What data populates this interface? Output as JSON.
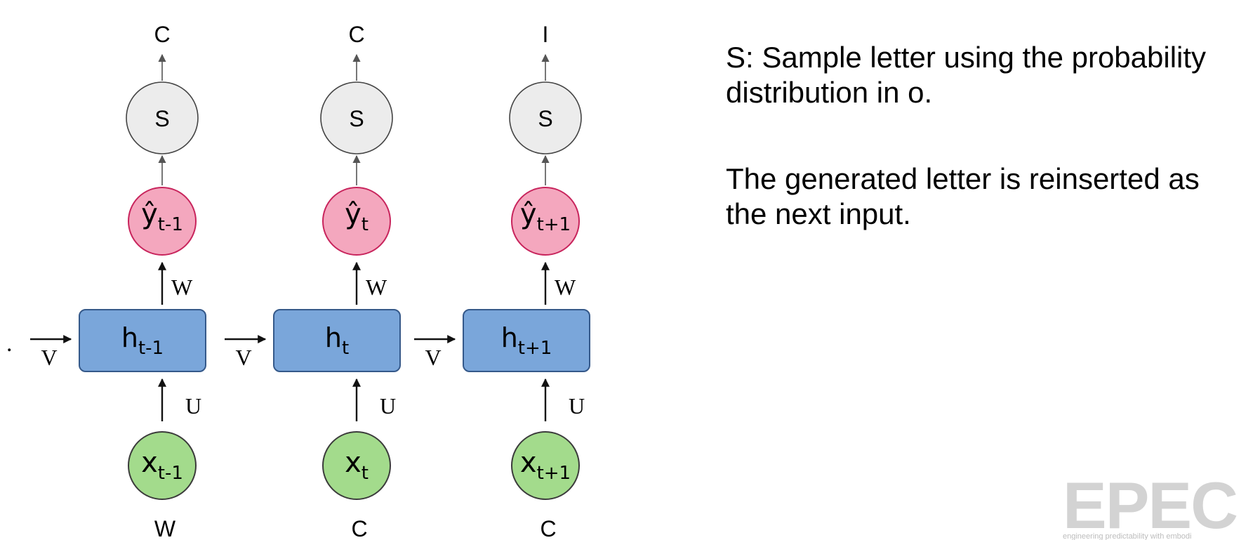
{
  "steps": [
    {
      "output_letter": "C",
      "sample_label": "S",
      "yhat": {
        "base": "ŷ",
        "sub": "t-1"
      },
      "w_label": "W",
      "hidden": {
        "base": "h",
        "sub": "t-1"
      },
      "v_label": "V",
      "u_label": "U",
      "input": {
        "base": "x",
        "sub": "t-1"
      },
      "input_letter": "W"
    },
    {
      "output_letter": "C",
      "sample_label": "S",
      "yhat": {
        "base": "ŷ",
        "sub": "t"
      },
      "w_label": "W",
      "hidden": {
        "base": "h",
        "sub": "t"
      },
      "v_label": "V",
      "u_label": "U",
      "input": {
        "base": "x",
        "sub": "t"
      },
      "input_letter": "C"
    },
    {
      "output_letter": "I",
      "sample_label": "S",
      "yhat": {
        "base": "ŷ",
        "sub": "t+1"
      },
      "w_label": "W",
      "hidden": {
        "base": "h",
        "sub": "t+1"
      },
      "v_label": "V",
      "u_label": "U",
      "input": {
        "base": "x",
        "sub": "t+1"
      },
      "input_letter": "C"
    }
  ],
  "left_ellipsis": ".",
  "notes": {
    "sample": "S: Sample letter using the probability distribution in o.",
    "reinsert": "The generated letter is reinserted as the next input."
  },
  "logo": {
    "text": "EPEC",
    "tagline": "engineering predictability with embodi"
  },
  "colors": {
    "sample_fill": "#ececec",
    "output_fill": "#f4a7be",
    "output_stroke": "#c8245c",
    "hidden_fill": "#7aa6da",
    "hidden_stroke": "#35598a",
    "input_fill": "#a3db8c",
    "input_stroke": "#3b3b3b",
    "logo": "#d3d3d3"
  }
}
